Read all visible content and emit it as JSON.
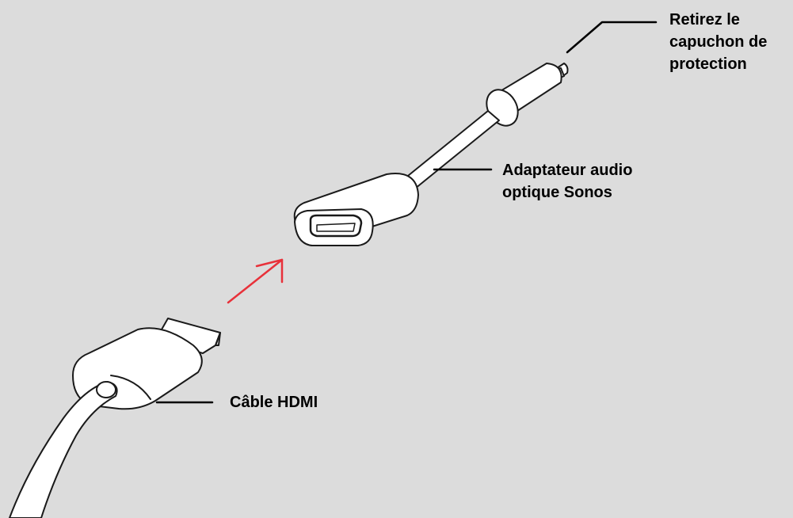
{
  "labels": {
    "cap": [
      "Retirez le",
      "capuchon de",
      "protection"
    ],
    "adapter": [
      "Adaptateur audio",
      "optique Sonos"
    ],
    "hdmi": [
      "Câble HDMI"
    ]
  },
  "colors": {
    "background": "#dcdcdc",
    "outline": "#1a1a1a",
    "fill": "#ffffff",
    "arrow": "#e8313a"
  }
}
